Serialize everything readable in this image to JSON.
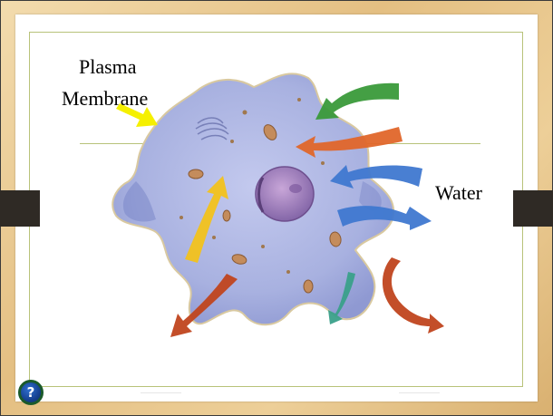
{
  "labels": {
    "plasma": "Plasma",
    "membrane": "Membrane",
    "water": "Water"
  },
  "help_button": {
    "glyph": "?"
  },
  "colors": {
    "cell_fill": "#a8b1e0",
    "nucleus": "#9b7fb8",
    "arrow_green": "#3a9a3a",
    "arrow_orange": "#e0662a",
    "arrow_blue": "#3f78d0",
    "arrow_yellow": "#f2c21c",
    "arrow_rust": "#c0441e",
    "arrow_teal": "#3aa08a",
    "pointer_yellow": "#f5f000",
    "frame_accent": "#b8c27a"
  }
}
